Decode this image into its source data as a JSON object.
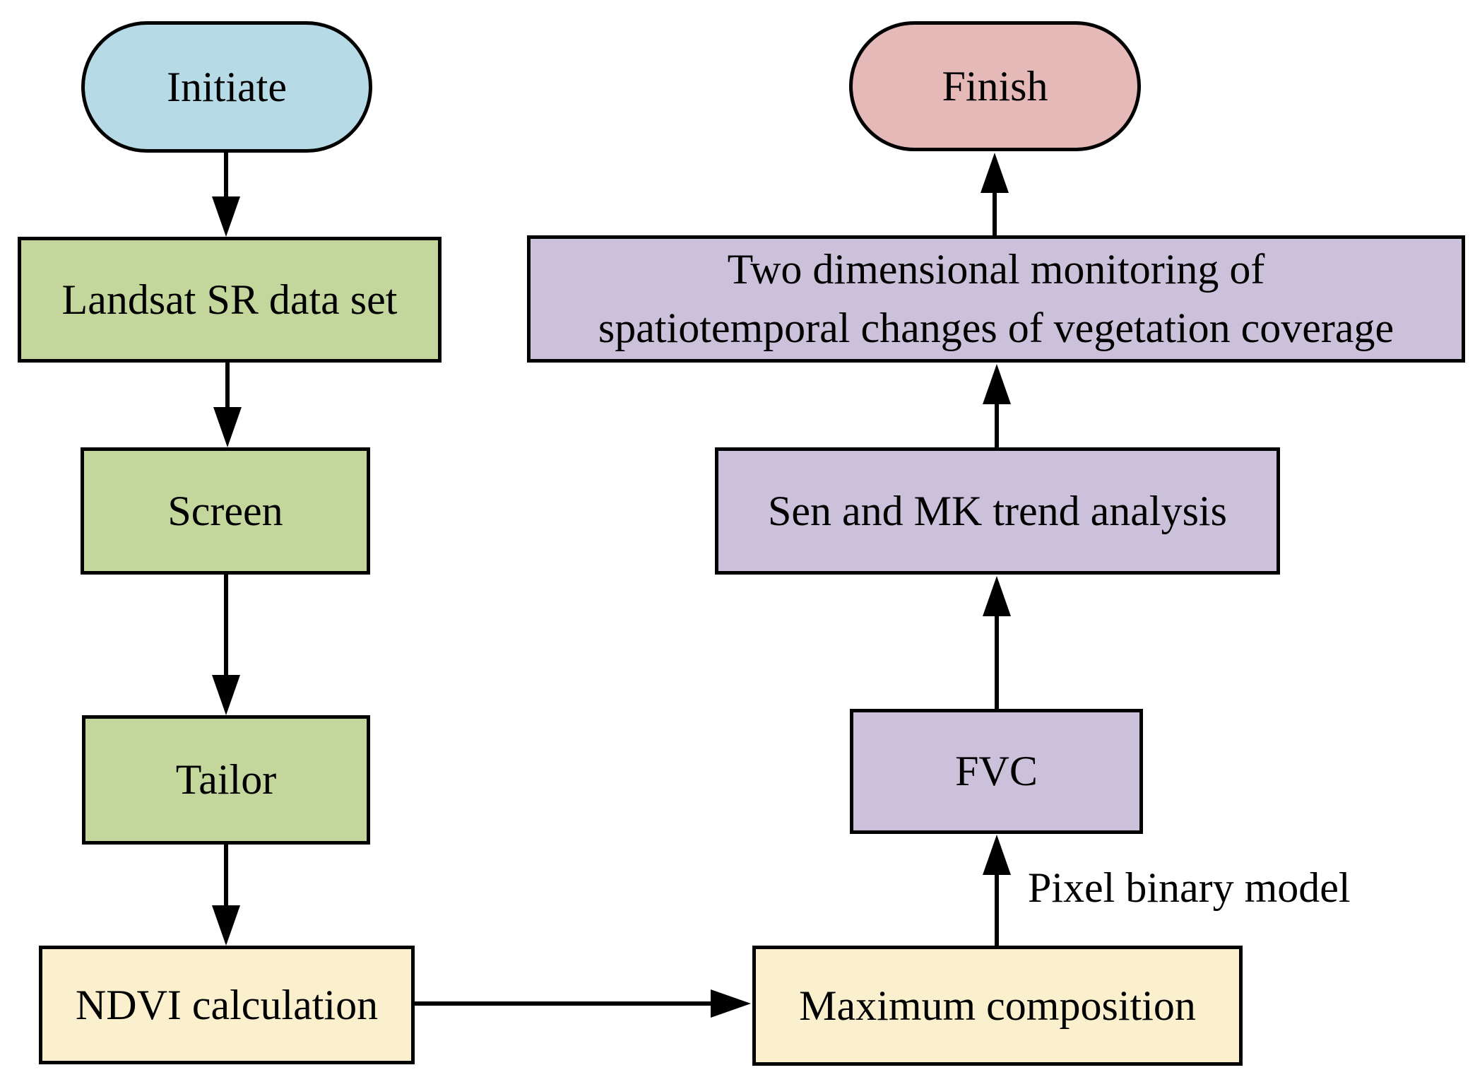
{
  "diagram": {
    "nodes": {
      "initiate": {
        "label": "Initiate",
        "fill": "#b6dbe7",
        "shape": "capsule"
      },
      "finish": {
        "label": "Finish",
        "fill": "#e5b9b7",
        "shape": "capsule"
      },
      "landsat": {
        "label": "Landsat SR data set",
        "fill": "#c3d69b",
        "shape": "rect"
      },
      "screen": {
        "label": "Screen",
        "fill": "#c3d69b",
        "shape": "rect"
      },
      "tailor": {
        "label": "Tailor",
        "fill": "#c3d69b",
        "shape": "rect"
      },
      "ndvi": {
        "label": "NDVI calculation",
        "fill": "#fbf0cd",
        "shape": "rect"
      },
      "max_composition": {
        "label": "Maximum composition",
        "fill": "#fbf0cd",
        "shape": "rect"
      },
      "fvc": {
        "label": "FVC",
        "fill": "#ccc1da",
        "shape": "rect"
      },
      "sen_mk": {
        "label": "Sen and MK trend analysis",
        "fill": "#ccc1da",
        "shape": "rect"
      },
      "two_dim": {
        "label_line1": "Two dimensional monitoring of",
        "label_line2": "spatiotemporal changes of vegetation coverage",
        "fill": "#ccc1da",
        "shape": "rect"
      }
    },
    "edge_labels": {
      "pixel_binary": "Pixel binary model"
    },
    "colors": {
      "line": "#000000",
      "border": "#000000",
      "background": "#ffffff"
    }
  }
}
